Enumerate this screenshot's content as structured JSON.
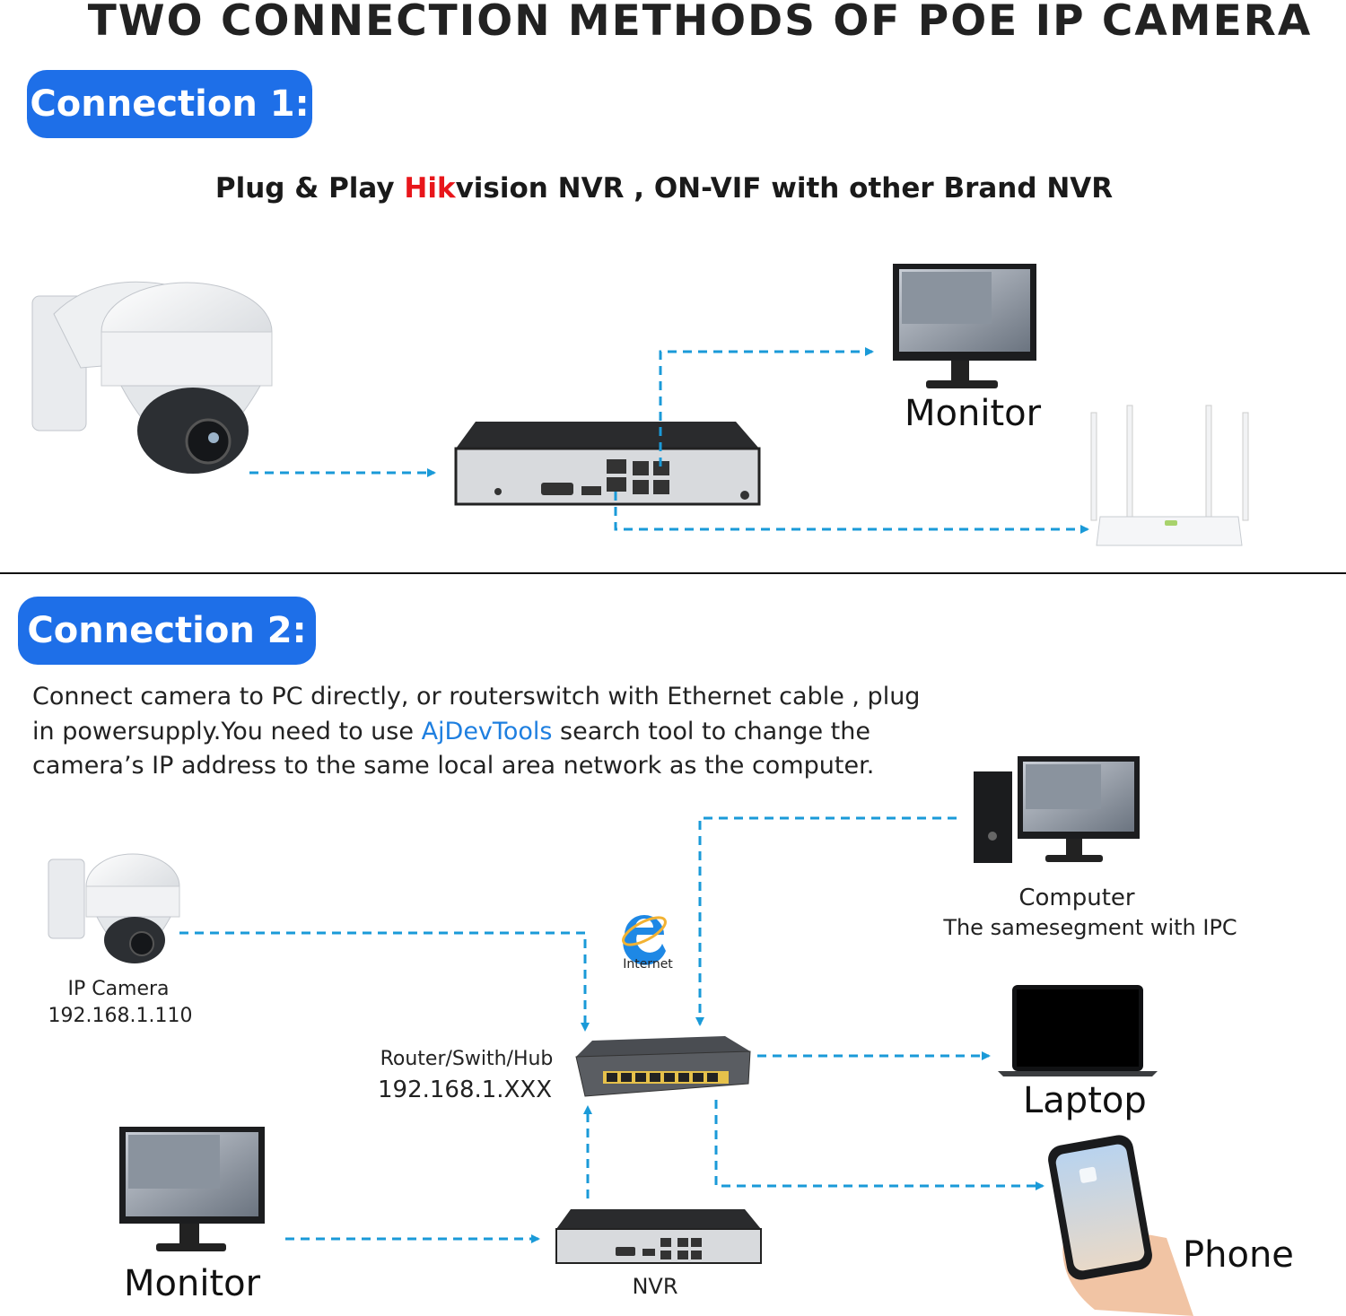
{
  "title": "TWO CONNECTION METHODS OF POE IP CAMERA",
  "connection1": {
    "badge": "Connection 1:",
    "subtitle_pre": "Plug & Play ",
    "subtitle_red": "Hik",
    "subtitle_post": "vision NVR , ON-VIF with other Brand NVR",
    "monitor_label": "Monitor"
  },
  "connection2": {
    "badge": "Connection 2:",
    "desc_line1": "Connect camera to PC directly, or routerswitch with Ethernet cable , plug",
    "desc_line2_pre": "in powersupply.You need to use ",
    "desc_line2_link": "AjDevTools",
    "desc_line2_post": " search tool to change the",
    "desc_line3": "camera’s IP address to the same local area network as the computer.",
    "ip_camera_label": "IP Camera",
    "ip_camera_addr": "192.168.1.110",
    "internet_label": "Internet",
    "switch_label": "Router/Swith/Hub",
    "switch_addr": "192.168.1.XXX",
    "computer_label": "Computer",
    "computer_sub": "The samesegment with IPC",
    "laptop_label": "Laptop",
    "phone_label": "Phone",
    "monitor_label": "Monitor",
    "nvr_label": "NVR"
  },
  "colors": {
    "accent": "#1e6fe8",
    "brand_red": "#e8161b",
    "link": "#1e7fe0",
    "connector": "#1a9ad8"
  }
}
